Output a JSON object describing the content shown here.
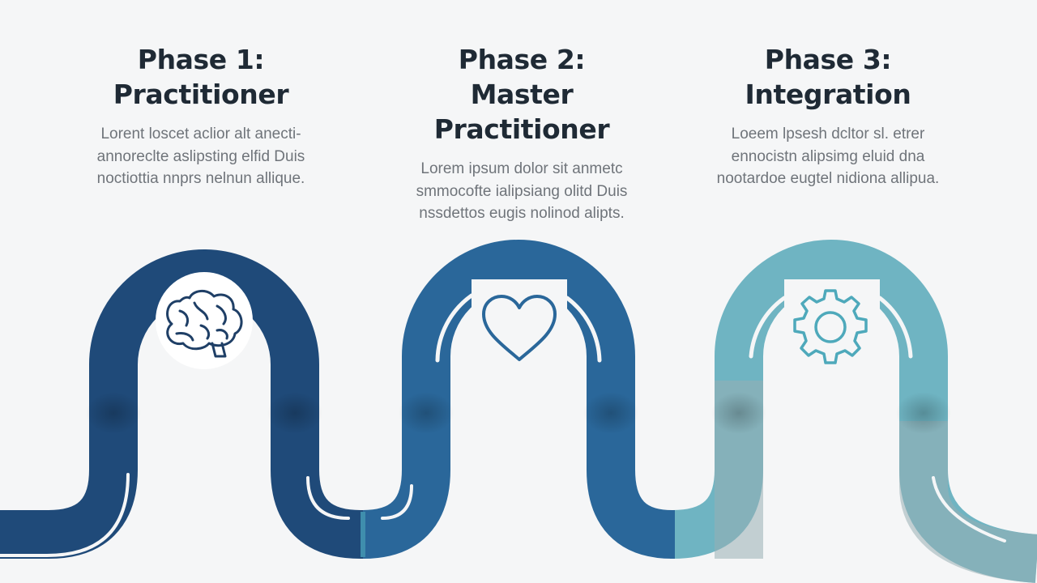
{
  "phases": [
    {
      "title_line1": "Phase 1:",
      "title_line2": "Practitioner",
      "description": "Lorent loscet aclior alt anecti- annoreclte aslipsting elfid Duis noctiottia nnprs nelnun allique.",
      "icon": "brain-icon",
      "color": "#1f4a79"
    },
    {
      "title_line1": "Phase 2:",
      "title_line2": "Master Practitioner",
      "description": "Lorem ipsum dolor sit anmetc smmocofte ialipsiang olitd Duis nssdettos eugis nolinod alipts.",
      "icon": "heart-icon",
      "color": "#2a679a"
    },
    {
      "title_line1": "Phase 3:",
      "title_line2": "Integration",
      "description": "Loeem lpsesh dcltor sl. etrer ennocistn alipsimg eluid dna nootardoe eugtel nidiona allipua.",
      "icon": "gear-icon",
      "color": "#6fb4c2"
    }
  ],
  "colors": {
    "background": "#f5f6f7",
    "navy": "#1f4a79",
    "steel_blue": "#2a679a",
    "teal": "#3f8ead",
    "light_teal": "#6fb4c2",
    "grey_blue": "#97afb5"
  }
}
